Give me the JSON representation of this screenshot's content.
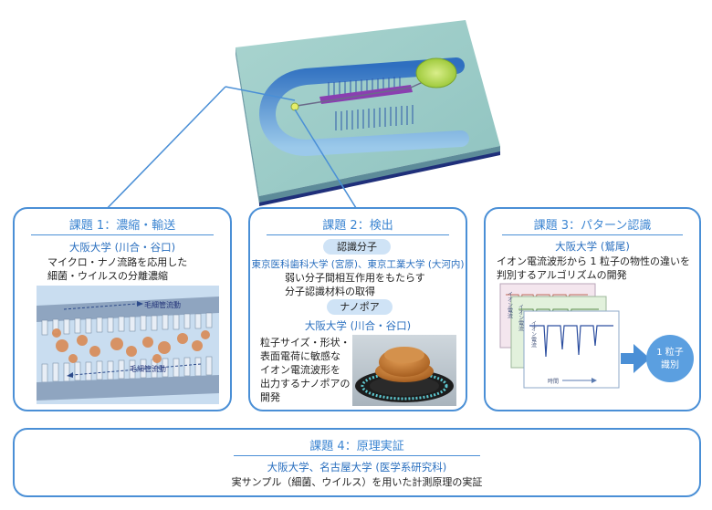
{
  "card1": {
    "title": "課題 1：濃縮・輸送",
    "institution": "大阪大学 (川合・谷口)",
    "line1": "マイクロ・ナノ流路を応用した",
    "line2": "細菌・ウイルスの分離濃縮",
    "flow_top": "毛細管流動",
    "flow_bottom": "毛細管流動"
  },
  "card2": {
    "title": "課題 2：検出",
    "pill1": "認識分子",
    "institutions1": "東京医科歯科大学 (宮原)、東京工業大学 (大河内)",
    "line1": "弱い分子間相互作用をもたらす",
    "line2": "分子認識材料の取得",
    "pill2": "ナノポア",
    "institution2": "大阪大学 (川合・谷口)",
    "desc": [
      "粒子サイズ・形状・",
      "表面電荷に敏感な",
      "イオン電流波形を",
      "出力するナノポアの",
      "開発"
    ]
  },
  "card3": {
    "title": "課題 3：パターン認識",
    "institution": "大阪大学 (鷲尾)",
    "line1": "イオン電流波形から 1 粒子の物性の違いを",
    "line2": "判別するアルゴリズムの開発",
    "ylabel": "イオン電流",
    "xlabel": "時間",
    "result_line1": "1 粒子",
    "result_line2": "識別"
  },
  "card4": {
    "title": "課題 4：原理実証",
    "institutions": "大阪大学、名古屋大学 (医学系研究科)",
    "line": "実サンプル（細菌、ウイルス）を用いた計測原理の実証"
  },
  "colors": {
    "accent": "#3d86d2",
    "border": "#4a8fd6",
    "pill": "#cfe3f6"
  }
}
